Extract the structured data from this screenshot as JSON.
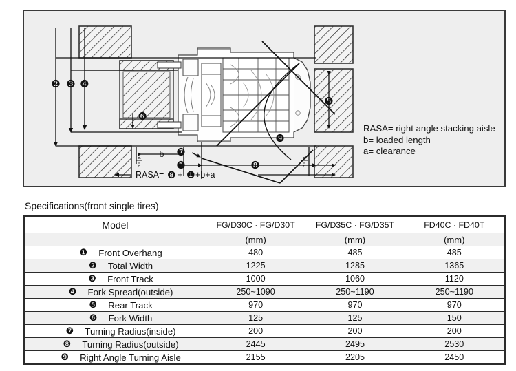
{
  "diagram": {
    "legend": "RASA= right angle stacking aisle\nb= loaded length\na= clearance",
    "labels": {
      "rasa_formula_prefix": "RASA=",
      "rasa_formula_plus": "+",
      "rasa_formula_suffix": "+b+a",
      "dim_b": "b",
      "half_a_num": "a",
      "half_a_den": "2"
    },
    "markers": {
      "m1": "❶",
      "m2": "❷",
      "m3": "❸",
      "m4": "❹",
      "m5": "❺",
      "m6": "❻",
      "m7": "❼",
      "m8": "❽",
      "m9": "❾"
    },
    "colors": {
      "panel_bg": "#eeeeee",
      "panel_border": "#3a3a3a",
      "line": "#111111",
      "hatch_fill": "#f2f2f2"
    }
  },
  "table": {
    "title": "Specifications(front single tires)",
    "model_header": "Model",
    "columns": [
      "FG/D30C · FG/D30T",
      "FG/D35C · FG/D35T",
      "FD40C · FD40T"
    ],
    "unit_row": [
      "(mm)",
      "(mm)",
      "(mm)"
    ],
    "rows": [
      {
        "marker": "❶",
        "label": "Front Overhang",
        "values": [
          "480",
          "485",
          "485"
        ]
      },
      {
        "marker": "❷",
        "label": "Total Width",
        "values": [
          "1225",
          "1285",
          "1365"
        ]
      },
      {
        "marker": "❸",
        "label": "Front Track",
        "values": [
          "1000",
          "1060",
          "1120"
        ]
      },
      {
        "marker": "❹",
        "label": "Fork Spread(outside)",
        "values": [
          "250~1090",
          "250~1190",
          "250~1190"
        ]
      },
      {
        "marker": "❺",
        "label": "Rear Track",
        "values": [
          "970",
          "970",
          "970"
        ]
      },
      {
        "marker": "❻",
        "label": "Fork Width",
        "values": [
          "125",
          "125",
          "150"
        ]
      },
      {
        "marker": "❼",
        "label": "Turning Radius(inside)",
        "values": [
          "200",
          "200",
          "200"
        ]
      },
      {
        "marker": "❽",
        "label": "Turning Radius(outside)",
        "values": [
          "2445",
          "2495",
          "2530"
        ]
      },
      {
        "marker": "❾",
        "label": "Right Angle Turning Aisle",
        "values": [
          "2155",
          "2205",
          "2450"
        ]
      }
    ]
  }
}
